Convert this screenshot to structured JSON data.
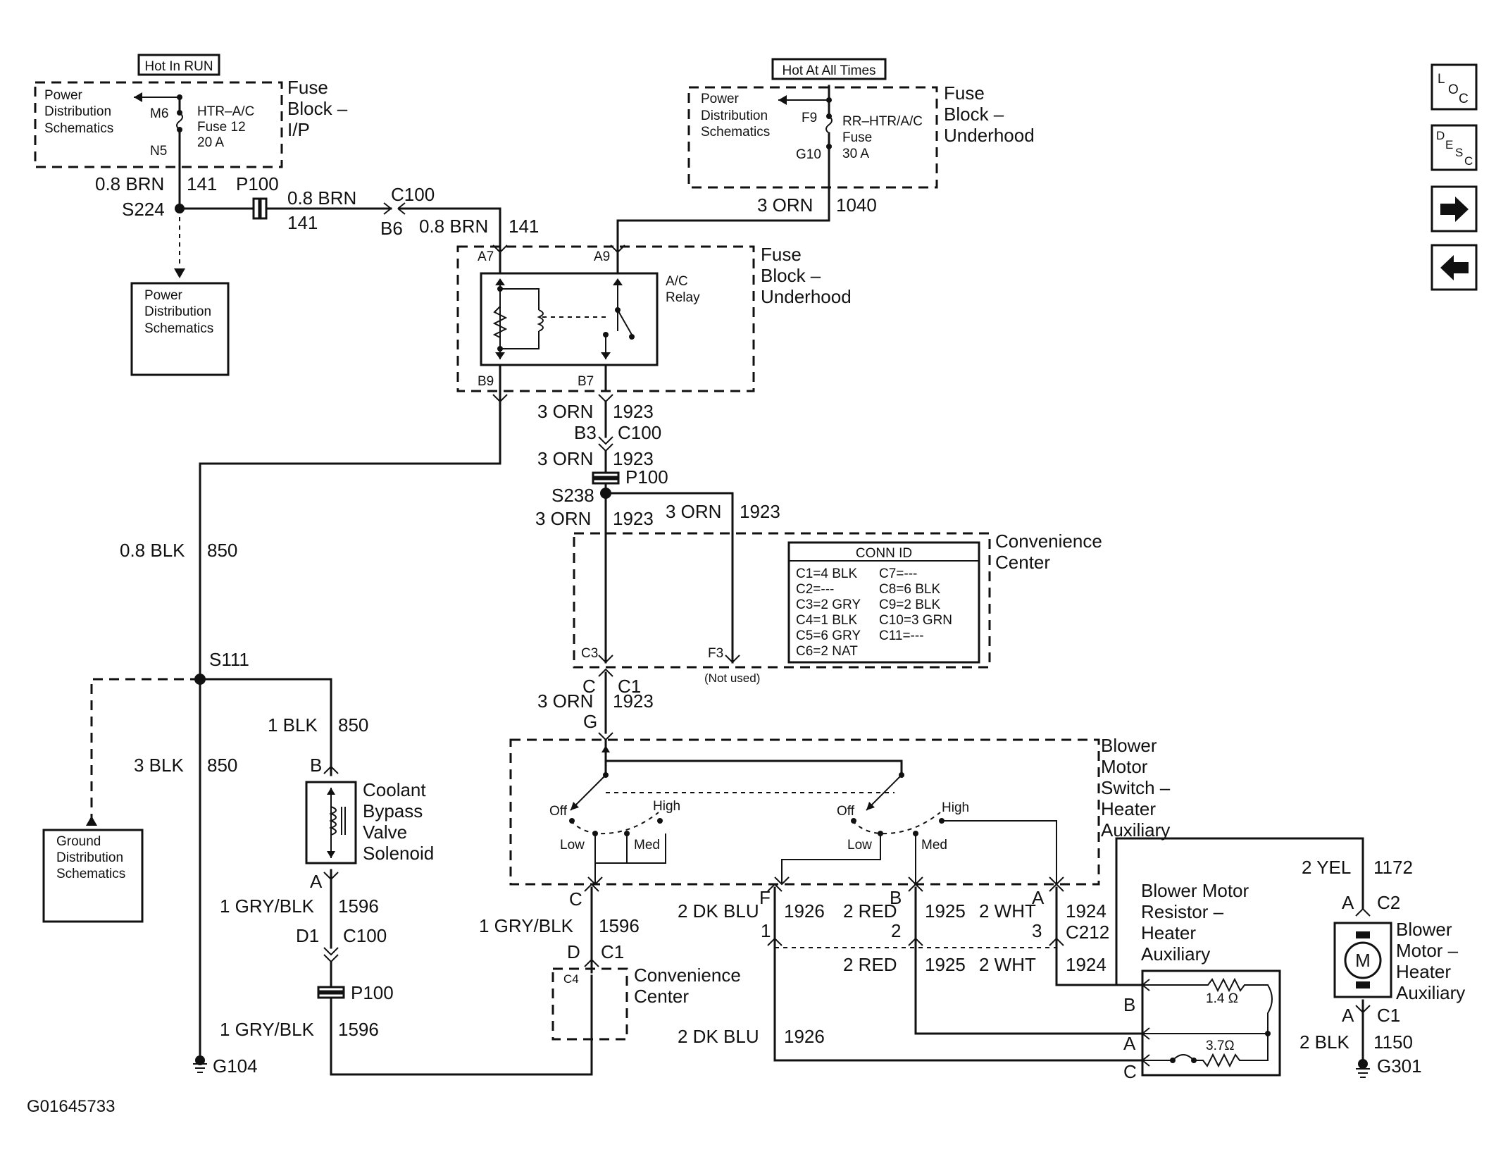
{
  "labels": {
    "hot_in_run": "Hot In RUN",
    "hot_at_all_times": "Hot At All Times",
    "pd_schem_1": "Power",
    "pd_schem_2": "Distribution",
    "pd_schem_3": "Schematics",
    "fuse_block_ip_1": "Fuse",
    "fuse_block_ip_2": "Block –",
    "fuse_block_ip_3": "I/P",
    "fuse_block_uh_1": "Fuse",
    "fuse_block_uh_2": "Block –",
    "fuse_block_uh_3": "Underhood",
    "m6": "M6",
    "n5": "N5",
    "f9": "F9",
    "g10": "G10",
    "fuse12_1": "HTR–A/C",
    "fuse12_2": "Fuse 12",
    "fuse12_3": "20 A",
    "rrfuse_1": "RR–HTR/A/C",
    "rrfuse_2": "Fuse",
    "rrfuse_3": "30 A",
    "w_08brn_a": "0.8 BRN",
    "c_141_a": "141",
    "p100_a": "P100",
    "w_08brn_b": "0.8 BRN",
    "c100_a": "C100",
    "s224": "S224",
    "c_141_b": "141",
    "b6": "B6",
    "w_08brn_c": "0.8 BRN",
    "c_141_c": "141",
    "w_3orn_a": "3 ORN",
    "c_1040": "1040",
    "a7": "A7",
    "a9": "A9",
    "ac_relay_1": "A/C",
    "ac_relay_2": "Relay",
    "b9": "B9",
    "b7": "B7",
    "w_3orn_b": "3 ORN",
    "c_1923_a": "1923",
    "b3": "B3",
    "c100_b": "C100",
    "w_3orn_c": "3 ORN",
    "c_1923_b": "1923",
    "p100_b": "P100",
    "s238": "S238",
    "w_3orn_d": "3 ORN",
    "c_1923_c": "1923",
    "w_3orn_e": "3 ORN",
    "c_1923_d": "1923",
    "conv_center_1": "Convenience",
    "conv_center_2": "Center",
    "conn_id_title": "CONN ID",
    "conn_id_left": [
      "C1=4 BLK",
      "C2=---",
      "C3=2 GRY",
      "C4=1 BLK",
      "C5=6 GRY",
      "C6=2 NAT"
    ],
    "conn_id_right": [
      "C7=---",
      "C8=6 BLK",
      "C9=2 BLK",
      "C10=3 GRN",
      "C11=---"
    ],
    "c3": "C3",
    "f3": "F3",
    "not_used": "(Not used)",
    "w_08blk": "0.8 BLK",
    "c_850_a": "850",
    "s111": "S111",
    "conn_c": "C",
    "conn_c1": "C1",
    "w_3orn_f": "3 ORN",
    "c_1923_e": "1923",
    "conn_g": "G",
    "w_1blk": "1 BLK",
    "c_850_b": "850",
    "w_3blk": "3 BLK",
    "c_850_c": "850",
    "conn_b": "B",
    "coolant_1": "Coolant",
    "coolant_2": "Bypass",
    "coolant_3": "Valve",
    "coolant_4": "Solenoid",
    "conn_a": "A",
    "gd_schem_1": "Ground",
    "gd_schem_2": "Distribution",
    "gd_schem_3": "Schematics",
    "w_1gryblk_a": "1 GRY/BLK",
    "c_1596_a": "1596",
    "d1": "D1",
    "c100_c": "C100",
    "p100_c": "P100",
    "w_1gryblk_b": "1 GRY/BLK",
    "c_1596_b": "1596",
    "g104": "G104",
    "blower_sw_1": "Blower",
    "blower_sw_2": "Motor",
    "blower_sw_3": "Switch –",
    "blower_sw_4": "Heater",
    "blower_sw_5": "Auxiliary",
    "off_1": "Off",
    "high_1": "High",
    "low_1": "Low",
    "med_1": "Med",
    "off_2": "Off",
    "high_2": "High",
    "low_2": "Low",
    "med_2": "Med",
    "pin_c": "C",
    "w_1gryblk_c": "1 GRY/BLK",
    "c_1596_c": "1596",
    "pin_d": "D",
    "c1_b": "C1",
    "c4": "C4",
    "conv_center2_1": "Convenience",
    "conv_center2_2": "Center",
    "pin_f": "F",
    "pin_b": "B",
    "pin_a": "A",
    "w_2dkblu_a": "2 DK BLU",
    "c_1926_a": "1926",
    "w_2red_a": "2 RED",
    "c_1925_a": "1925",
    "w_2wht_a": "2 WHT",
    "c_1924_a": "1924",
    "pin_1": "1",
    "pin_2": "2",
    "pin_3": "3",
    "c212": "C212",
    "w_2red_b": "2 RED",
    "c_1925_b": "1925",
    "w_2wht_b": "2 WHT",
    "c_1924_b": "1924",
    "w_2dkblu_b": "2 DK BLU",
    "c_1926_b": "1926",
    "resistor_1": "Blower Motor",
    "resistor_2": "Resistor –",
    "resistor_3": "Heater",
    "resistor_4": "Auxiliary",
    "res_b": "B",
    "res_a": "A",
    "res_c": "C",
    "ohm_14": "1.4 Ω",
    "ohm_37": "3.7Ω",
    "w_2yel": "2 YEL",
    "c_1172": "1172",
    "motor_a": "A",
    "c2": "C2",
    "motor_letter": "M",
    "motor_1": "Blower",
    "motor_2": "Motor –",
    "motor_3": "Heater",
    "motor_4": "Auxiliary",
    "motor_a2": "A",
    "c1_c": "C1",
    "w_2blk": "2 BLK",
    "c_1150": "1150",
    "g301": "G301",
    "figure_id": "G01645733"
  },
  "nav": {
    "loc_L": "L",
    "loc_O": "O",
    "loc_C": "C",
    "desc_D": "D",
    "desc_E": "E",
    "desc_S": "S",
    "desc_C": "C",
    "next_glyph": "➡",
    "prev_glyph": "⬅",
    "icons": [
      "loc-icon",
      "desc-icon",
      "next-arrow-icon",
      "prev-arrow-icon"
    ]
  }
}
